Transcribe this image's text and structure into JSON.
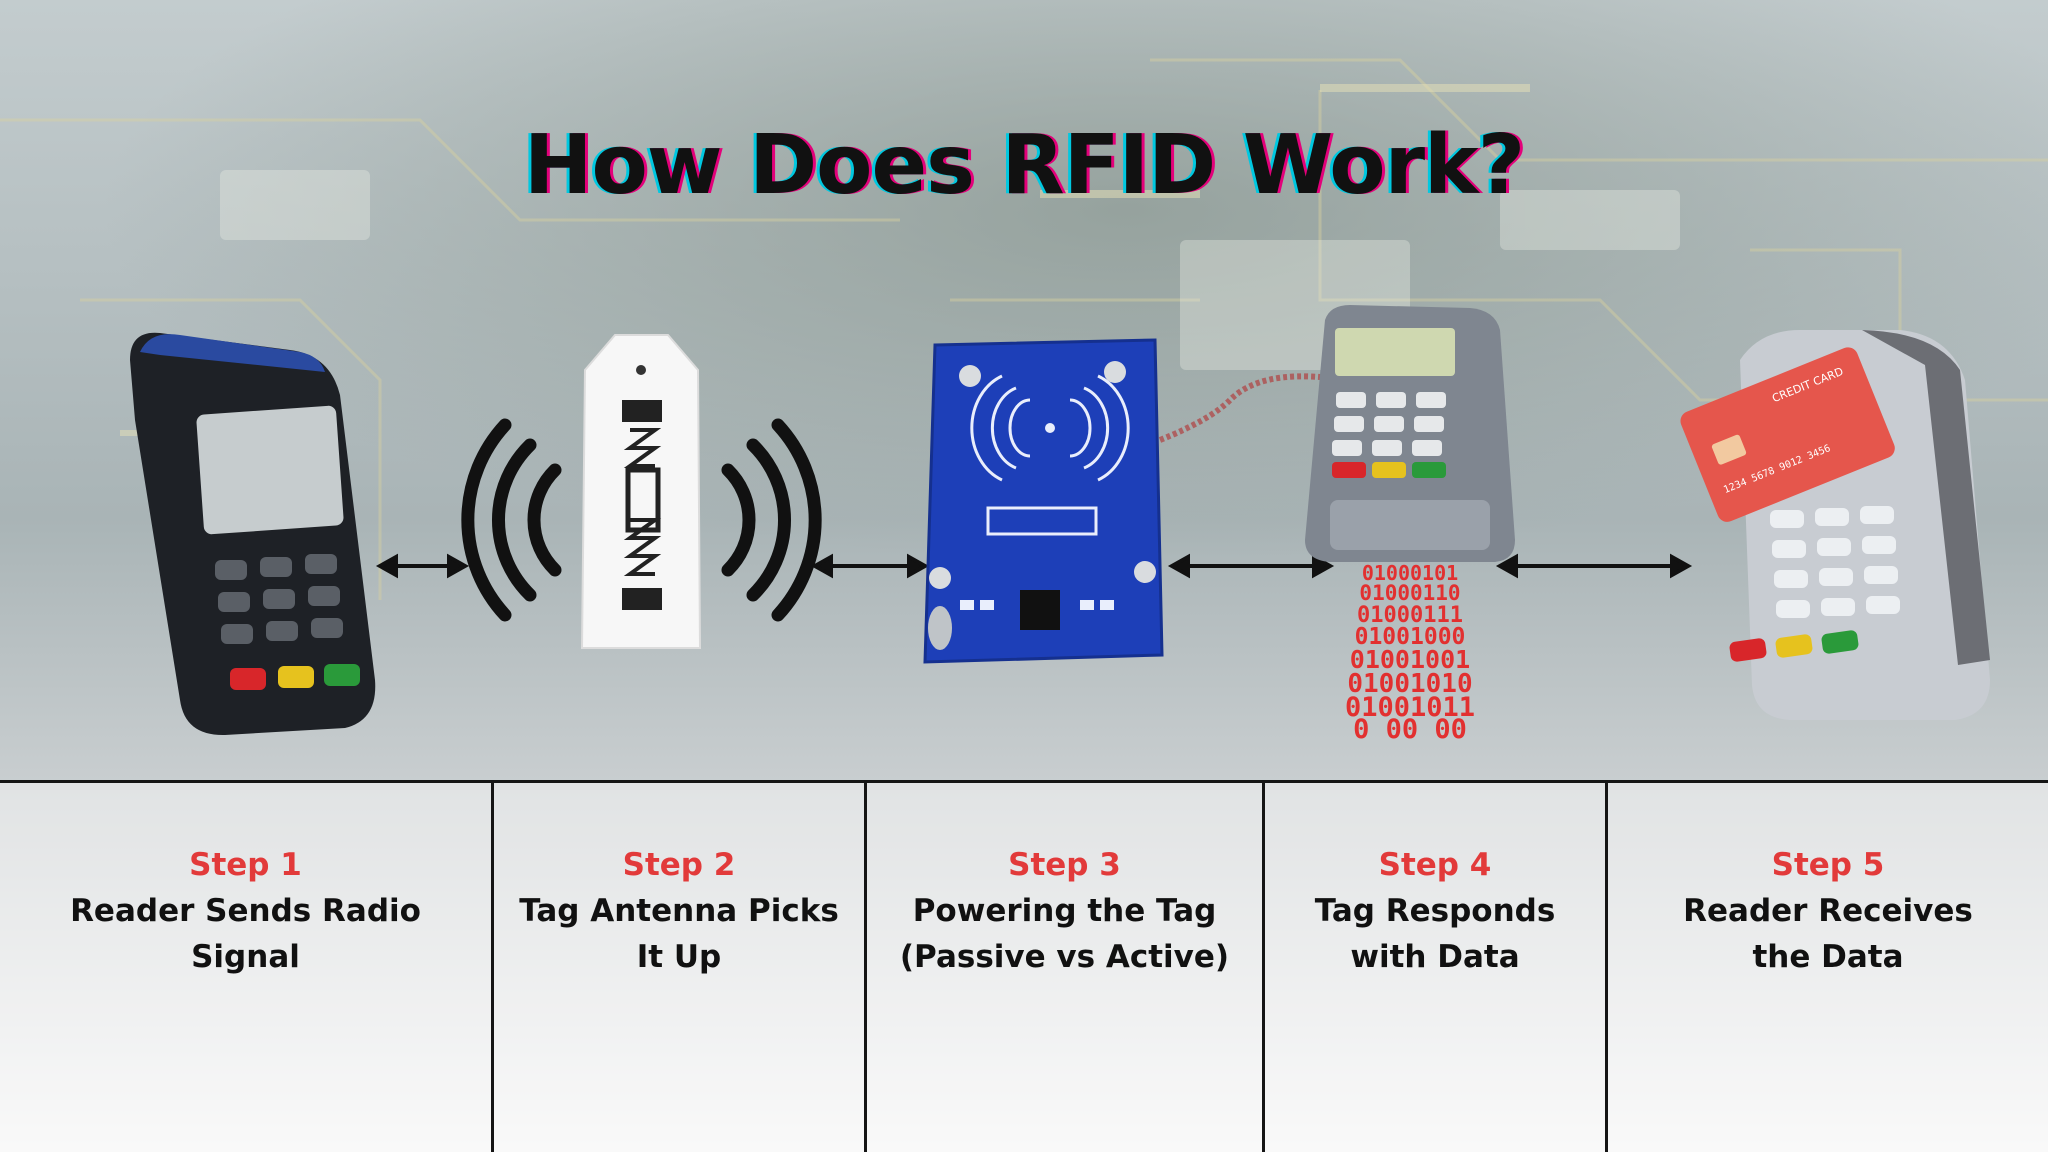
{
  "title": "How Does RFID Work?",
  "colors": {
    "accent": "#e23a3a",
    "text": "#111111",
    "binary": "#e23030"
  },
  "illustrations": [
    {
      "name": "pos-reader-icon"
    },
    {
      "name": "rfid-tag-icon"
    },
    {
      "name": "rfid-module-icon"
    },
    {
      "name": "payment-terminal-icon"
    },
    {
      "name": "card-terminal-icon"
    }
  ],
  "binary_stream": [
    "01000101",
    "01000110",
    "01000111",
    "01001000",
    "01001001",
    "01001010",
    "01001011",
    "0 00   00"
  ],
  "card_text": {
    "label": "CREDIT CARD",
    "number_a": "1234  5678  9012  3456"
  },
  "steps": [
    {
      "number": "Step 1",
      "line1": "Reader Sends Radio",
      "line2": "Signal"
    },
    {
      "number": "Step 2",
      "line1": "Tag Antenna Picks",
      "line2": "It Up"
    },
    {
      "number": "Step 3",
      "line1": "Powering the Tag",
      "line2": "(Passive vs Active)"
    },
    {
      "number": "Step 4",
      "line1": "Tag Responds",
      "line2": "with Data"
    },
    {
      "number": "Step 5",
      "line1": "Reader Receives",
      "line2": "the Data"
    }
  ]
}
